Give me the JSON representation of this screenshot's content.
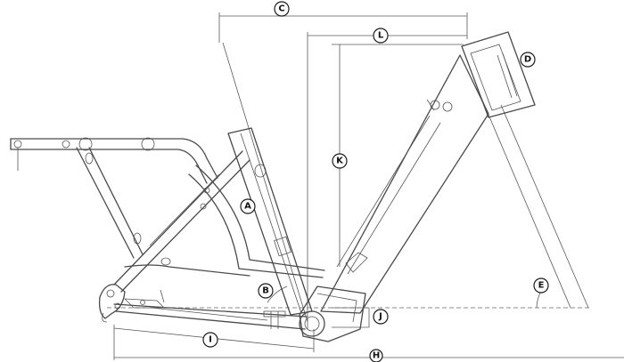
{
  "diagram": {
    "markers": {
      "A": "A",
      "B": "B",
      "C": "C",
      "D": "D",
      "E": "E",
      "H": "H",
      "I": "I",
      "J": "J",
      "K": "K",
      "L": "L"
    }
  }
}
